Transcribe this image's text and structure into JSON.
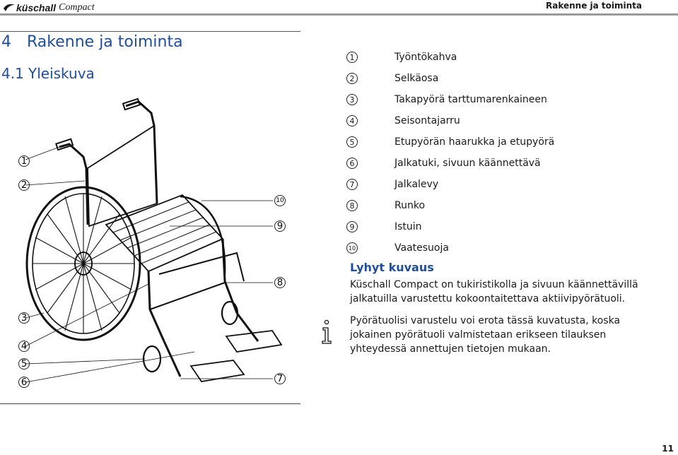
{
  "header": {
    "brand": "küschall",
    "model": "Compact",
    "section": "Rakenne ja toiminta"
  },
  "chapter": {
    "number": "4",
    "title": "Rakenne ja toiminta"
  },
  "section": {
    "number": "4.1",
    "title": "Yleiskuva"
  },
  "figure": {
    "callouts": [
      "1",
      "2",
      "3",
      "4",
      "5",
      "6",
      "7",
      "8",
      "9",
      "10"
    ]
  },
  "legend": [
    {
      "num": "1",
      "label": "Työntökahva"
    },
    {
      "num": "2",
      "label": "Selkäosa"
    },
    {
      "num": "3",
      "label": "Takapyörä tarttumarenkaineen"
    },
    {
      "num": "4",
      "label": "Seisontajarru"
    },
    {
      "num": "5",
      "label": "Etupyörän haarukka ja etupyörä"
    },
    {
      "num": "6",
      "label": "Jalkatuki, sivuun käännettävä"
    },
    {
      "num": "7",
      "label": "Jalkalevy"
    },
    {
      "num": "8",
      "label": "Runko"
    },
    {
      "num": "9",
      "label": "Istuin"
    },
    {
      "num": "10",
      "label": "Vaatesuoja"
    }
  ],
  "description": {
    "heading": "Lyhyt kuvaus",
    "text": "Küschall Compact on tukiristikolla ja sivuun käännettävillä jalkatuilla varustettu kokoontaitettava aktiivipyörätuoli."
  },
  "note": {
    "text": "Pyörätuolisi varustelu voi erota tässä kuvatusta, koska jokainen pyörätuoli valmistetaan erikseen tilauksen yhteydessä annettujen tietojen mukaan."
  },
  "page_number": "11"
}
